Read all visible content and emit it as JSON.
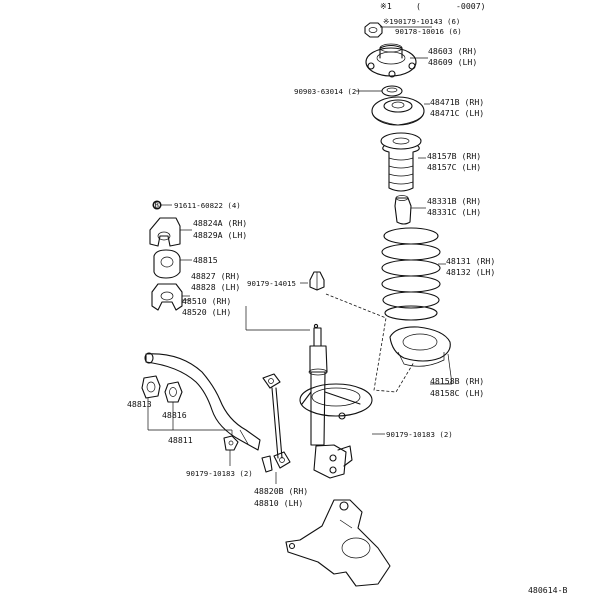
{
  "diagram": {
    "header": {
      "mark": "※1",
      "open": "(",
      "range": "-0007)"
    },
    "figure_code": "480614-B",
    "labels": {
      "bolt_190179_10143": "※190179-10143 (6)",
      "nut_90178_10016": "90178-10016 (6)",
      "support_rh": "48603 (RH)",
      "support_lh": "48609 (LH)",
      "bearing_90903": "90903-63014 (2)",
      "seat_upper_rh": "48471B (RH)",
      "seat_upper_lh": "48471C (LH)",
      "boot_rh": "48157B (RH)",
      "boot_lh": "48157C (LH)",
      "bumper_rh": "48331B (RH)",
      "bumper_lh": "48331C (LH)",
      "spring_rh": "48131 (RH)",
      "spring_lh": "48132 (LH)",
      "insulator_rh": "48158B (RH)",
      "insulator_lh": "48158C (LH)",
      "bolt_91611": "91611-60822 (4)",
      "bolt_marker": "B",
      "bracket_rh": "48824A (RH)",
      "bracket_lh": "48829A (LH)",
      "bushing_48815": "48815",
      "clamp_rh": "48827 (RH)",
      "clamp_lh": "48828 (LH)",
      "nut_90179_14015": "90179-14015",
      "strut_rh": "48510 (RH)",
      "strut_lh": "48520 (LH)",
      "bushing_48813": "48813",
      "bushing_48816": "48816",
      "stabilizer_48811": "48811",
      "nut_90179_10183_a": "90179-10183 (2)",
      "nut_90179_10183_b": "90179-10183 (2)",
      "link_rh": "48820B (RH)",
      "link_lh": "48810  (LH)"
    }
  }
}
